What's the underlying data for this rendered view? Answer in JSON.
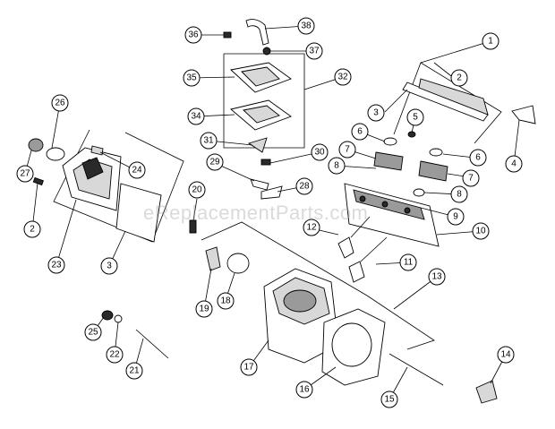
{
  "watermark": "eReplacementParts.com",
  "callouts": [
    "1",
    "2",
    "3",
    "4",
    "5",
    "6",
    "7",
    "8",
    "9",
    "10",
    "11",
    "12",
    "13",
    "14",
    "15",
    "16",
    "17",
    "18",
    "19",
    "20",
    "21",
    "22",
    "23",
    "24",
    "25",
    "26",
    "27",
    "28",
    "29",
    "30",
    "31",
    "32",
    "34",
    "35",
    "36",
    "37",
    "38"
  ]
}
